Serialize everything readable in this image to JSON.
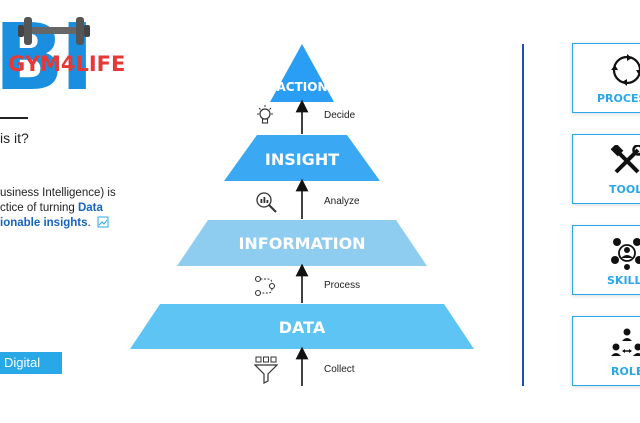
{
  "brand": {
    "big_letters": "BI",
    "logo_text": "GYM4LIFE"
  },
  "left": {
    "question": "is it?",
    "definition_line1": "usiness Intelligence) is",
    "definition_line2_pre": "ctice of turning ",
    "definition_line2_hl": "Data",
    "definition_line3_hl": "ionable insights",
    "definition_line3_post": ".",
    "tag": "Digital"
  },
  "pyramid": {
    "tiers": [
      {
        "label": "ACTION"
      },
      {
        "label": "INSIGHT"
      },
      {
        "label": "INFORMATION"
      },
      {
        "label": "DATA"
      }
    ],
    "steps": [
      {
        "label": "Decide",
        "icon": "lightbulb-icon"
      },
      {
        "label": "Analyze",
        "icon": "magnifier-chart-icon"
      },
      {
        "label": "Process",
        "icon": "workflow-icon"
      },
      {
        "label": "Collect",
        "icon": "funnel-icon"
      }
    ],
    "colors": {
      "action": "#2a9df4",
      "insight": "#3aa8f2",
      "information": "#8ecdf0",
      "data": "#5ec4f3",
      "arrow": "#111111"
    }
  },
  "cards": [
    {
      "label": "PROCES",
      "icon": "process-cycle-icon"
    },
    {
      "label": "TOOL",
      "icon": "tools-icon"
    },
    {
      "label": "SKILL",
      "icon": "skills-icon"
    },
    {
      "label": "ROLE",
      "icon": "roles-icon"
    }
  ],
  "accent": "#29a8e8"
}
